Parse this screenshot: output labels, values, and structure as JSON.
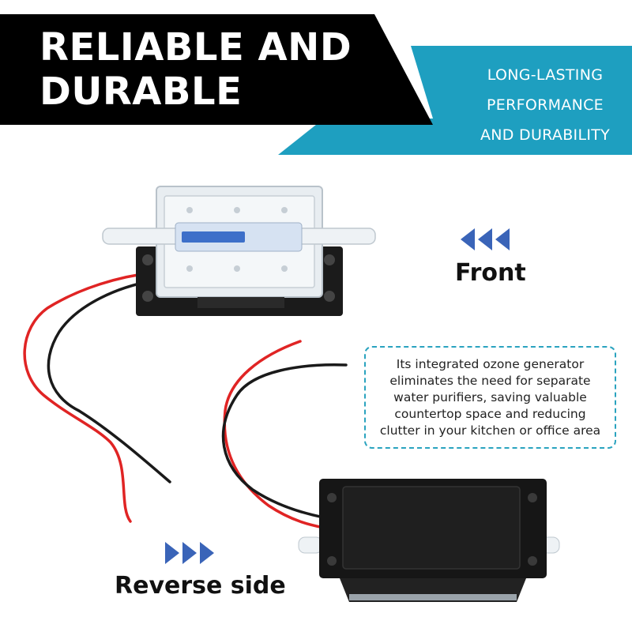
{
  "header": {
    "headline_line1": "RELIABLE AND",
    "headline_line2": "DURABLE",
    "tagline_line1": "LONG-LASTING",
    "tagline_line2": "PERFORMANCE",
    "tagline_line3": "AND DURABILITY"
  },
  "views": {
    "front_label": "Front",
    "reverse_label": "Reverse side"
  },
  "info": {
    "text": "Its integrated ozone generator eliminates the need for separate water purifiers, saving valuable countertop space and reducing clutter in your kitchen or office area"
  },
  "colors": {
    "banner_black": "#000000",
    "accent_teal": "#1e9fc0",
    "arrow_blue": "#3a64b8",
    "dashed_border": "#2aa3bf"
  }
}
